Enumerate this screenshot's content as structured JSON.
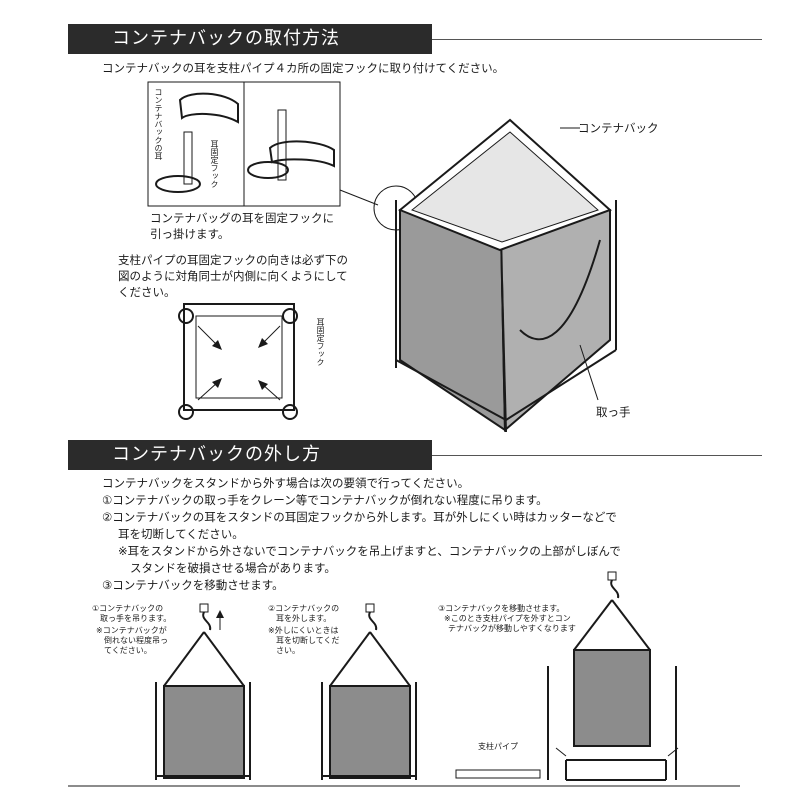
{
  "section1": {
    "title": "コンテナバックの取付方法",
    "intro": "コンテナバックの耳を支柱パイプ４カ所の固定フックに取り付けてください。",
    "ear_label": "コンテナバックの耳",
    "hook_label": "耳固定フック",
    "caption_line1": "コンテナバッグの耳を固定フックに",
    "caption_line2": "引っ掛けます。",
    "orient_line1": "支柱パイプの耳固定フックの向きは必ず下の",
    "orient_line2": "図のように対角同士が内側に向くようにして",
    "orient_line3": "ください。",
    "hook_label_2": "耳固定フック",
    "bag_label": "コンテナバック",
    "handle_label": "取っ手"
  },
  "section2": {
    "title": "コンテナバックの外し方",
    "intro": "コンテナバックをスタンドから外す場合は次の要領で行ってください。",
    "step1": "①コンテナバックの取っ手をクレーン等でコンテナバックが倒れない程度に吊ります。",
    "step2_line1": "②コンテナバックの耳をスタンドの耳固定フックから外します。耳が外しにくい時はカッターなどで",
    "step2_line2": "耳を切断してください。",
    "note_line1": "※耳をスタンドから外さないでコンテナバックを吊上げますと、コンテナバックの上部がしぼんで",
    "note_line2": "スタンドを破損させる場合があります。",
    "step3": "③コンテナバックを移動させます。",
    "fig1_line1": "①コンテナバックの",
    "fig1_line2": "取っ手を吊ります。",
    "fig1_line3": "※コンテナバックが",
    "fig1_line4": "倒れない程度吊っ",
    "fig1_line5": "てください。",
    "fig2_line1": "②コンテナバックの",
    "fig2_line2": "耳を外します。",
    "fig2_line3": "※外しにくいときは",
    "fig2_line4": "耳を切断してくだ",
    "fig2_line5": "さい。",
    "fig3_line1": "③コンテナバックを移動させます。",
    "fig3_line2": "※このとき支柱パイプを外すとコン",
    "fig3_line3": "テナバックが移動しやすくなります",
    "pipe_label": "支柱パイプ"
  },
  "colors": {
    "bar": "#2b2b2b",
    "bag_fill": "#8c8c8c",
    "ink": "#1a1a1a"
  }
}
